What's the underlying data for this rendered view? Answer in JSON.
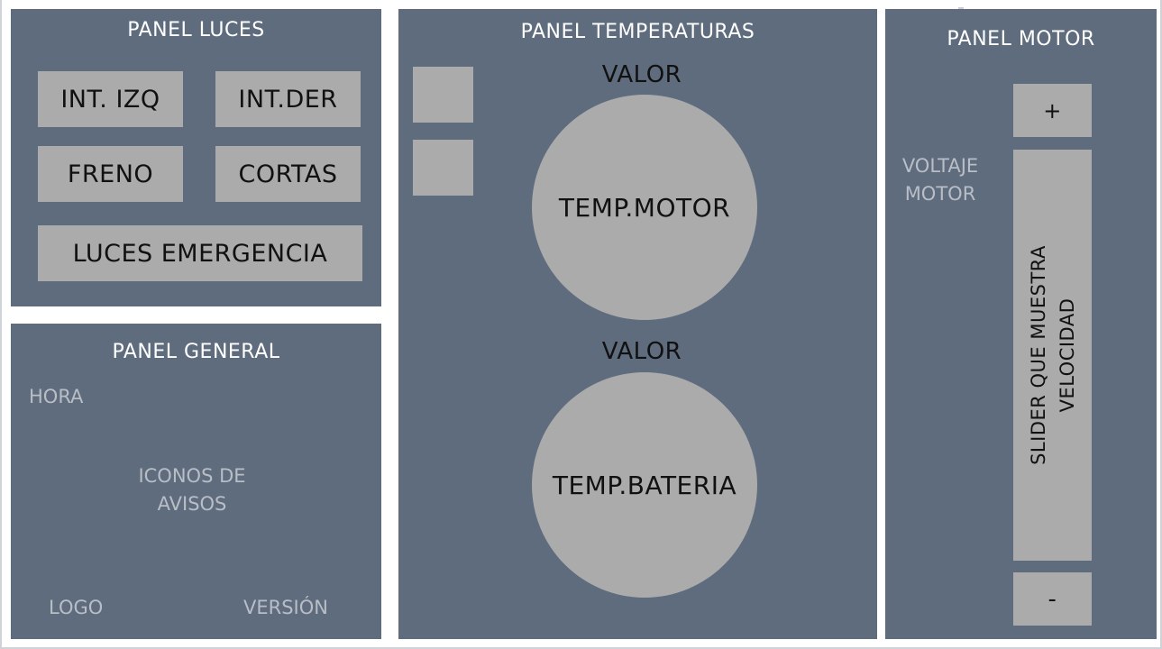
{
  "luces": {
    "title": "PANEL LUCES",
    "int_izq": "INT. IZQ",
    "int_der": "INT.DER",
    "freno": "FRENO",
    "cortas": "CORTAS",
    "emergencia": "LUCES EMERGENCIA"
  },
  "general": {
    "title": "PANEL GENERAL",
    "hora": "HORA",
    "iconos_line1": "ICONOS DE",
    "iconos_line2": "AVISOS",
    "logo": "LOGO",
    "version": "VERSIÓN"
  },
  "temperaturas": {
    "title": "PANEL TEMPERATURAS",
    "valor_motor": "VALOR",
    "temp_motor": "TEMP.MOTOR",
    "valor_bateria": "VALOR",
    "temp_bateria": "TEMP.BATERIA"
  },
  "motor": {
    "title": "PANEL MOTOR",
    "voltaje_line1": "VOLTAJE",
    "voltaje_line2": "MOTOR",
    "plus": "+",
    "minus": "-",
    "slider_line1": "SLIDER QUE MUESTRA",
    "slider_line2": "VELOCIDAD"
  },
  "colors": {
    "panel_bg": "#5e6c7e",
    "control_bg": "#ababab",
    "title_text": "#ffffff",
    "muted_text": "#b9bec6",
    "control_text": "#111111"
  }
}
